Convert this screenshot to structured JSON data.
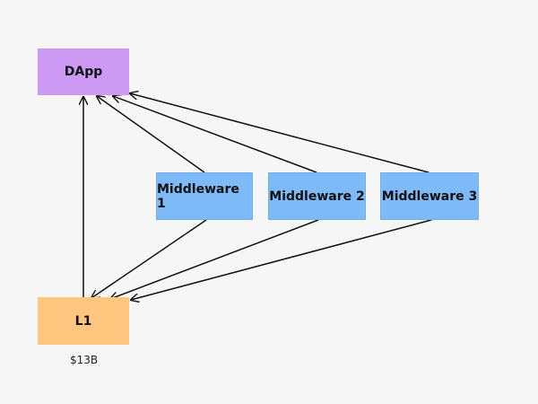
{
  "diagram": {
    "nodes": {
      "dapp": {
        "label": "DApp",
        "color": "#cc9af4"
      },
      "middleware_1": {
        "label": "Middleware 1",
        "color": "#7ebaf8"
      },
      "middleware_2": {
        "label": "Middleware 2",
        "color": "#7ebaf8"
      },
      "middleware_3": {
        "label": "Middleware 3",
        "color": "#7ebaf8"
      },
      "l1": {
        "label": "L1",
        "color": "#ffc680"
      }
    },
    "l1_caption": "$13B",
    "edges": [
      {
        "from": "l1",
        "to": "dapp"
      },
      {
        "from": "middleware_1",
        "to": "dapp"
      },
      {
        "from": "middleware_2",
        "to": "dapp"
      },
      {
        "from": "middleware_3",
        "to": "dapp"
      },
      {
        "from": "middleware_1",
        "to": "l1"
      },
      {
        "from": "middleware_2",
        "to": "l1"
      },
      {
        "from": "middleware_3",
        "to": "l1"
      }
    ],
    "arrow_color": "#111111"
  }
}
